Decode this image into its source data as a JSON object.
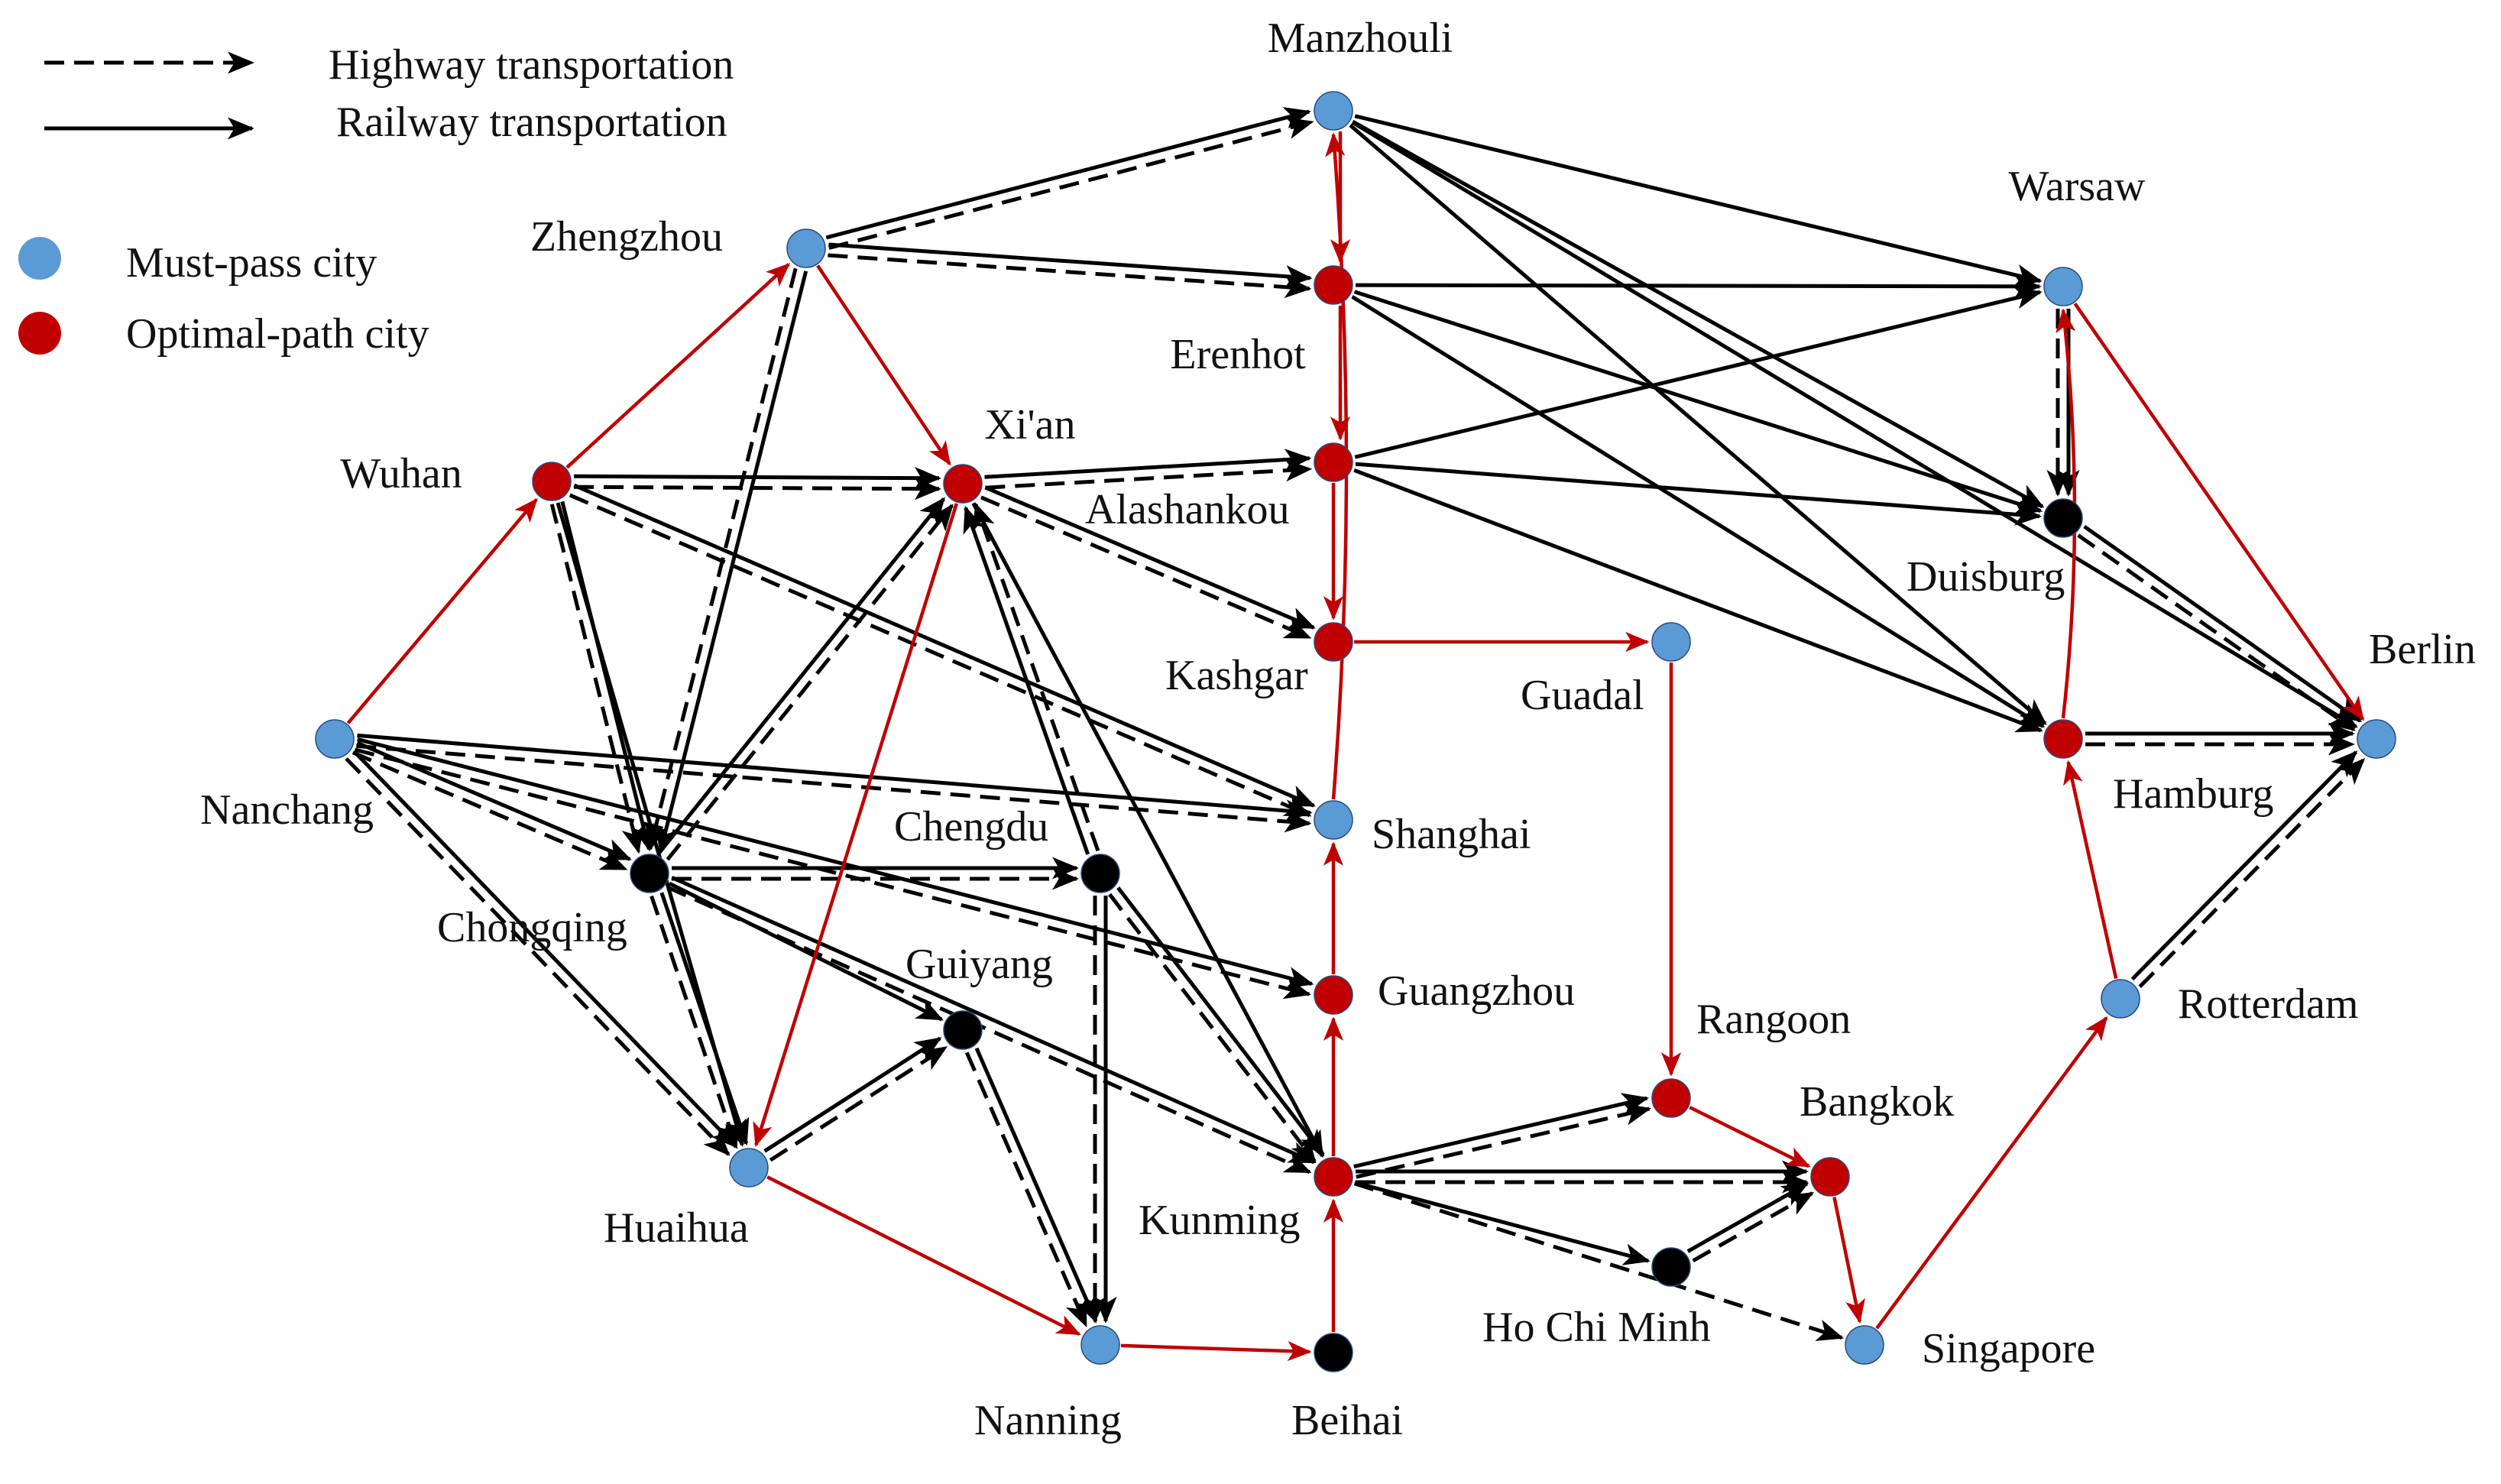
{
  "legend": {
    "highway": "Highway transportation",
    "railway": "Railway transportation",
    "must_pass": "Must-pass city",
    "optimal_path": "Optimal-path city"
  },
  "colors": {
    "must_pass": "#5b9bd5",
    "optimal_path": "#c00000",
    "other": "#000000",
    "railway": "#000000",
    "optimal_route": "#c00000"
  },
  "cities": [
    {
      "id": "manzhouli",
      "name": "Manzhouli",
      "type": "must_pass"
    },
    {
      "id": "zhengzhou",
      "name": "Zhengzhou",
      "type": "must_pass"
    },
    {
      "id": "erenhot",
      "name": "Erenhot",
      "type": "optimal_path"
    },
    {
      "id": "warsaw",
      "name": "Warsaw",
      "type": "must_pass"
    },
    {
      "id": "wuhan",
      "name": "Wuhan",
      "type": "optimal_path"
    },
    {
      "id": "xian",
      "name": "Xi'an",
      "type": "optimal_path"
    },
    {
      "id": "alashankou",
      "name": "Alashankou",
      "type": "optimal_path"
    },
    {
      "id": "duisburg",
      "name": "Duisburg",
      "type": "other"
    },
    {
      "id": "kashgar",
      "name": "Kashgar",
      "type": "optimal_path"
    },
    {
      "id": "guadal",
      "name": "Guadal",
      "type": "must_pass"
    },
    {
      "id": "berlin",
      "name": "Berlin",
      "type": "must_pass"
    },
    {
      "id": "nanchang",
      "name": "Nanchang",
      "type": "must_pass"
    },
    {
      "id": "shanghai",
      "name": "Shanghai",
      "type": "must_pass"
    },
    {
      "id": "hamburg",
      "name": "Hamburg",
      "type": "optimal_path"
    },
    {
      "id": "chengdu",
      "name": "Chengdu",
      "type": "other"
    },
    {
      "id": "chongqing",
      "name": "Chongqing",
      "type": "other"
    },
    {
      "id": "guiyang",
      "name": "Guiyang",
      "type": "other"
    },
    {
      "id": "guangzhou",
      "name": "Guangzhou",
      "type": "optimal_path"
    },
    {
      "id": "rangoon",
      "name": "Rangoon",
      "type": "optimal_path"
    },
    {
      "id": "rotterdam",
      "name": "Rotterdam",
      "type": "must_pass"
    },
    {
      "id": "bangkok",
      "name": "Bangkok",
      "type": "optimal_path"
    },
    {
      "id": "huaihua",
      "name": "Huaihua",
      "type": "must_pass"
    },
    {
      "id": "kunming",
      "name": "Kunming",
      "type": "optimal_path"
    },
    {
      "id": "hochiminh",
      "name": "Ho Chi Minh",
      "type": "other"
    },
    {
      "id": "singapore",
      "name": "Singapore",
      "type": "must_pass"
    },
    {
      "id": "nanning",
      "name": "Nanning",
      "type": "must_pass"
    },
    {
      "id": "beihai",
      "name": "Beihai",
      "type": "other"
    }
  ],
  "edges": [
    {
      "from": "zhengzhou",
      "to": "manzhouli",
      "kind": "both"
    },
    {
      "from": "zhengzhou",
      "to": "erenhot",
      "kind": "both"
    },
    {
      "from": "manzhouli",
      "to": "warsaw",
      "kind": "railway"
    },
    {
      "from": "manzhouli",
      "to": "duisburg",
      "kind": "railway"
    },
    {
      "from": "manzhouli",
      "to": "hamburg",
      "kind": "railway"
    },
    {
      "from": "manzhouli",
      "to": "berlin",
      "kind": "railway"
    },
    {
      "from": "erenhot",
      "to": "warsaw",
      "kind": "railway"
    },
    {
      "from": "erenhot",
      "to": "duisburg",
      "kind": "railway"
    },
    {
      "from": "erenhot",
      "to": "hamburg",
      "kind": "railway"
    },
    {
      "from": "alashankou",
      "to": "warsaw",
      "kind": "railway"
    },
    {
      "from": "alashankou",
      "to": "duisburg",
      "kind": "railway"
    },
    {
      "from": "alashankou",
      "to": "hamburg",
      "kind": "railway"
    },
    {
      "from": "warsaw",
      "to": "duisburg",
      "kind": "both"
    },
    {
      "from": "duisburg",
      "to": "berlin",
      "kind": "both"
    },
    {
      "from": "hamburg",
      "to": "berlin",
      "kind": "both"
    },
    {
      "from": "rotterdam",
      "to": "berlin",
      "kind": "both"
    },
    {
      "from": "wuhan",
      "to": "xian",
      "kind": "both"
    },
    {
      "from": "xian",
      "to": "alashankou",
      "kind": "both"
    },
    {
      "from": "xian",
      "to": "kashgar",
      "kind": "both"
    },
    {
      "from": "wuhan",
      "to": "shanghai",
      "kind": "both"
    },
    {
      "from": "nanchang",
      "to": "shanghai",
      "kind": "both"
    },
    {
      "from": "nanchang",
      "to": "chongqing",
      "kind": "both"
    },
    {
      "from": "nanchang",
      "to": "huaihua",
      "kind": "both"
    },
    {
      "from": "nanchang",
      "to": "guangzhou",
      "kind": "both"
    },
    {
      "from": "wuhan",
      "to": "chongqing",
      "kind": "both"
    },
    {
      "from": "wuhan",
      "to": "huaihua",
      "kind": "railway"
    },
    {
      "from": "zhengzhou",
      "to": "chongqing",
      "kind": "both"
    },
    {
      "from": "chongqing",
      "to": "xian",
      "kind": "both"
    },
    {
      "from": "chongqing",
      "to": "chengdu",
      "kind": "both"
    },
    {
      "from": "chongqing",
      "to": "huaihua",
      "kind": "both"
    },
    {
      "from": "chongqing",
      "to": "guiyang",
      "kind": "railway"
    },
    {
      "from": "chongqing",
      "to": "kunming",
      "kind": "both"
    },
    {
      "from": "chengdu",
      "to": "xian",
      "kind": "both"
    },
    {
      "from": "chengdu",
      "to": "nanning",
      "kind": "both"
    },
    {
      "from": "chengdu",
      "to": "kunming",
      "kind": "both"
    },
    {
      "from": "huaihua",
      "to": "guiyang",
      "kind": "both"
    },
    {
      "from": "guiyang",
      "to": "nanning",
      "kind": "both"
    },
    {
      "from": "xian",
      "to": "kunming",
      "kind": "railway"
    },
    {
      "from": "kunming",
      "to": "rangoon",
      "kind": "both"
    },
    {
      "from": "kunming",
      "to": "bangkok",
      "kind": "both"
    },
    {
      "from": "kunming",
      "to": "hochiminh",
      "kind": "railway"
    },
    {
      "from": "kunming",
      "to": "singapore",
      "kind": "highway"
    },
    {
      "from": "hochiminh",
      "to": "bangkok",
      "kind": "both"
    }
  ],
  "route": [
    {
      "from": "nanchang",
      "to": "wuhan"
    },
    {
      "from": "wuhan",
      "to": "zhengzhou"
    },
    {
      "from": "zhengzhou",
      "to": "xian"
    },
    {
      "from": "xian",
      "to": "huaihua"
    },
    {
      "from": "huaihua",
      "to": "nanning"
    },
    {
      "from": "nanning",
      "to": "beihai"
    },
    {
      "from": "beihai",
      "to": "kunming"
    },
    {
      "from": "kunming",
      "to": "guangzhou"
    },
    {
      "from": "guangzhou",
      "to": "shanghai"
    },
    {
      "from": "shanghai",
      "to": "manzhouli",
      "curved": true
    },
    {
      "from": "manzhouli",
      "to": "erenhot",
      "offset": -9
    },
    {
      "from": "erenhot",
      "to": "alashankou",
      "offset": -9
    },
    {
      "from": "alashankou",
      "to": "kashgar"
    },
    {
      "from": "kashgar",
      "to": "guadal"
    },
    {
      "from": "guadal",
      "to": "rangoon"
    },
    {
      "from": "rangoon",
      "to": "bangkok"
    },
    {
      "from": "bangkok",
      "to": "singapore"
    },
    {
      "from": "singapore",
      "to": "rotterdam"
    },
    {
      "from": "rotterdam",
      "to": "hamburg"
    },
    {
      "from": "hamburg",
      "to": "warsaw",
      "curved": true
    },
    {
      "from": "warsaw",
      "to": "berlin"
    }
  ]
}
